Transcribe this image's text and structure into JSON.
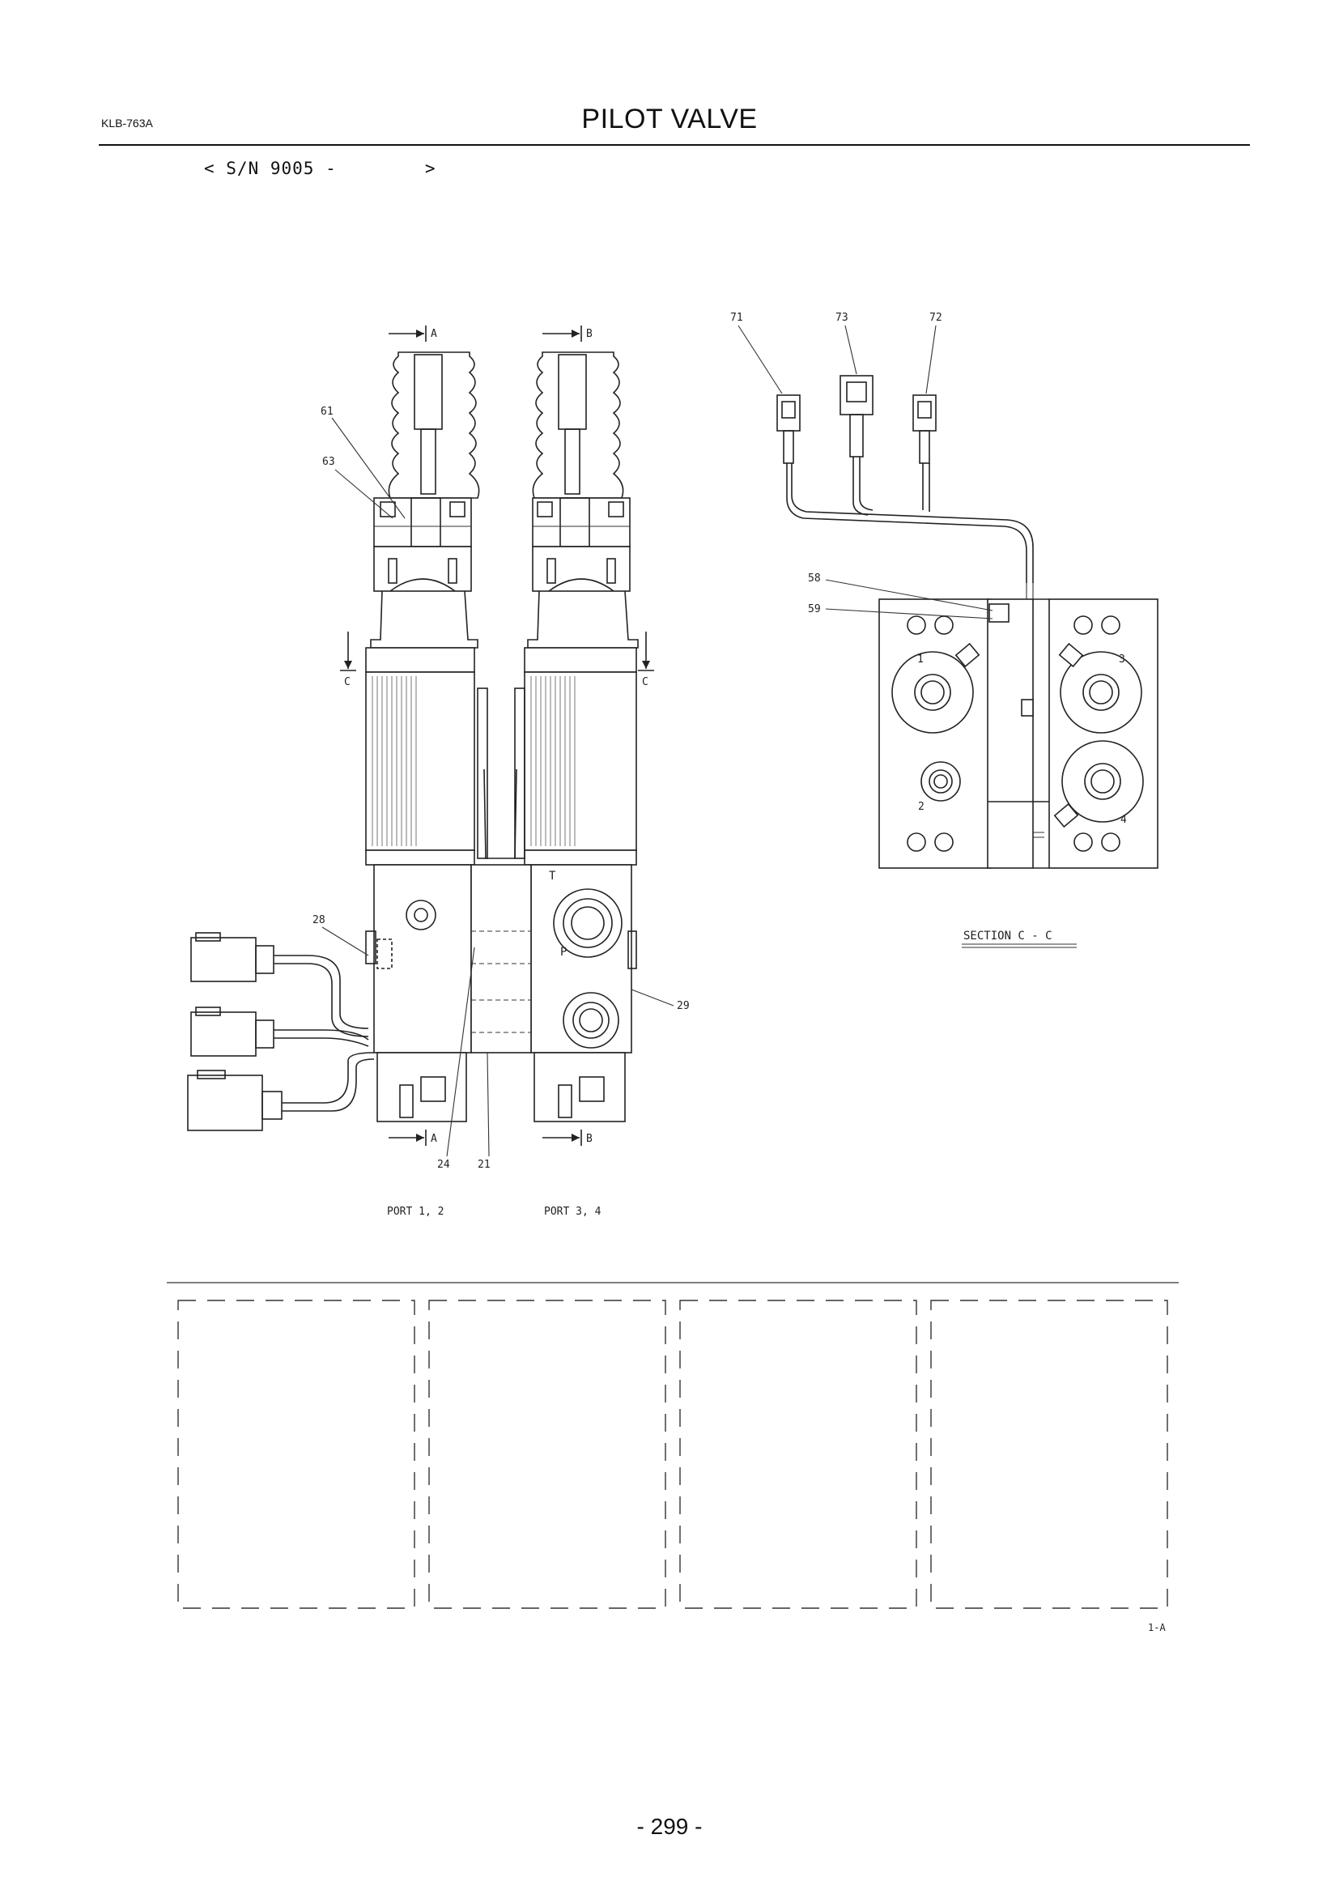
{
  "header": {
    "doc_code": "KLB-763A",
    "title": "PILOT VALVE",
    "serial_range": "< S/N 9005 -        >"
  },
  "diagram": {
    "section_marks": {
      "arrow_a": "A",
      "arrow_b": "B",
      "cut_c": "C"
    },
    "callouts": [
      "61",
      "63",
      "28",
      "29",
      "24",
      "21",
      "71",
      "73",
      "72",
      "58",
      "59"
    ],
    "port_letters": {
      "tank": "T",
      "pressure": "P"
    },
    "port_numbers": [
      "1",
      "2",
      "3",
      "4"
    ],
    "captions": {
      "port_left": "PORT 1, 2",
      "port_right": "PORT 3, 4",
      "section": "SECTION C - C"
    },
    "ref_code": "1-A"
  },
  "footer": {
    "page_number": "- 299 -"
  }
}
